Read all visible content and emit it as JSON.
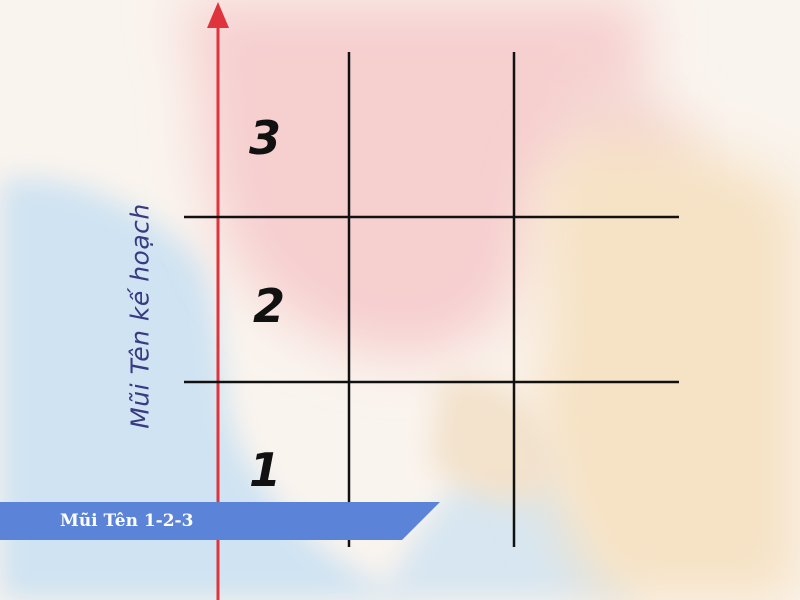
{
  "axis_label": "Mũi Tên kế hoạch",
  "banner_title": "Mũi Tên 1-2-3",
  "rows": [
    {
      "number": "3"
    },
    {
      "number": "2"
    },
    {
      "number": "1"
    }
  ],
  "colors": {
    "arrow": "#e0343c",
    "grid_lines": "#111111",
    "banner": "#5b84d8",
    "axis_label": "#3a3a82",
    "wash_blue": "#cfe3f2",
    "wash_pink": "#f6d3d3",
    "wash_peach": "#f7e3c6"
  }
}
